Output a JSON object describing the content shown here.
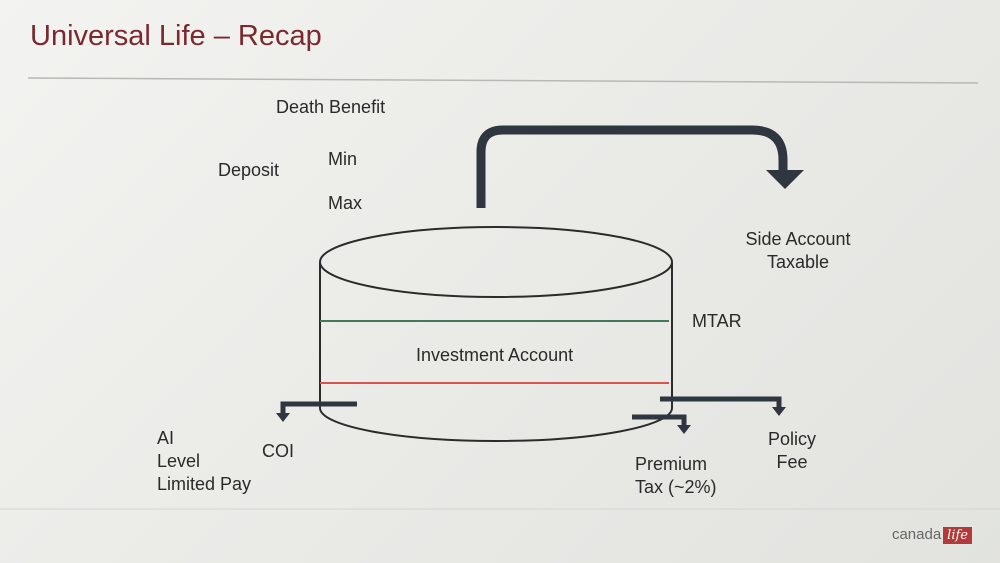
{
  "title": "Universal Life – Recap",
  "labels": {
    "death_benefit": "Death Benefit",
    "deposit": "Deposit",
    "min": "Min",
    "max": "Max",
    "side_account_line1": "Side Account",
    "side_account_line2": "Taxable",
    "mtar": "MTAR",
    "investment_account": "Investment Account",
    "ai": "AI",
    "level": "Level",
    "limited_pay": "Limited Pay",
    "coi": "COI",
    "premium": "Premium",
    "premium_tax": "Tax (~2%)",
    "policy": "Policy",
    "fee": "Fee"
  },
  "logo": {
    "text": "canada",
    "mark": "life"
  },
  "colors": {
    "title": "#7a2a2e",
    "mtar_line": "#3f7a5a",
    "threshold_line": "#d9534f",
    "arrow": "#2f3640"
  }
}
